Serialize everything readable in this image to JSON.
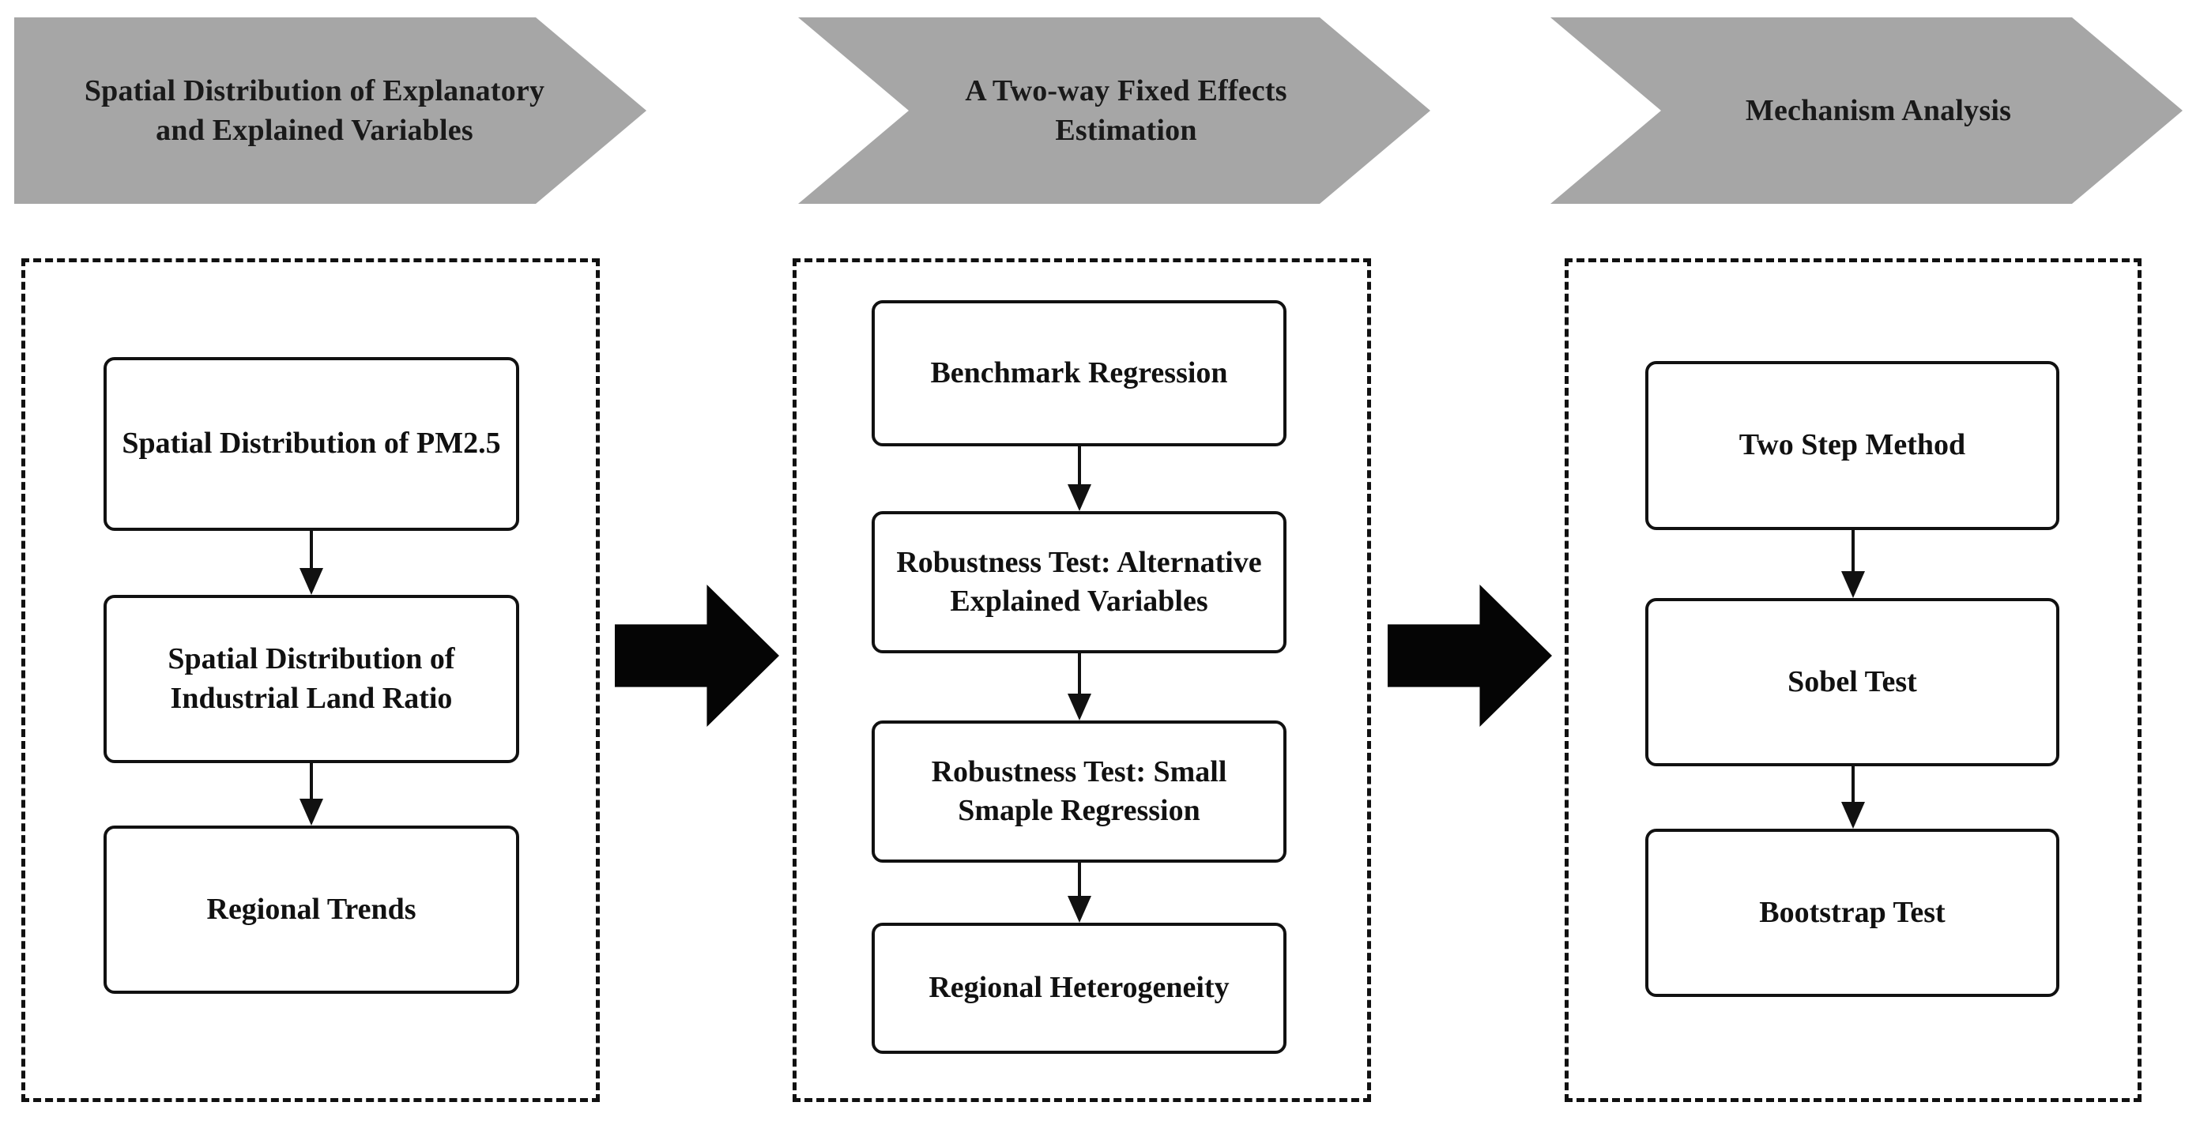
{
  "figure": {
    "type": "flowchart",
    "orientation": "left-to-right, three stages",
    "background_color": "#ffffff",
    "banner_color": "#a6a6a6",
    "line_color": "#111111"
  },
  "stages": [
    {
      "id": "stage-1",
      "banner_label": "Spatial Distribution of Explanatory and Explained Variables",
      "steps": [
        {
          "id": "c1-1",
          "label": "Spatial Distribution of PM2.5"
        },
        {
          "id": "c1-2",
          "label": "Spatial Distribution of Industrial Land Ratio"
        },
        {
          "id": "c1-3",
          "label": "Regional Trends"
        }
      ]
    },
    {
      "id": "stage-2",
      "banner_label": "A Two-way Fixed Effects Estimation",
      "steps": [
        {
          "id": "c2-1",
          "label": "Benchmark Regression"
        },
        {
          "id": "c2-2",
          "label": "Robustness Test: Alternative Explained Variables"
        },
        {
          "id": "c2-3",
          "label": "Robustness Test: Small Smaple Regression"
        },
        {
          "id": "c2-4",
          "label": "Regional Heterogeneity"
        }
      ]
    },
    {
      "id": "stage-3",
      "banner_label": "Mechanism Analysis",
      "steps": [
        {
          "id": "c3-1",
          "label": "Two Step Method"
        },
        {
          "id": "c3-2",
          "label": "Sobel Test"
        },
        {
          "id": "c3-3",
          "label": "Bootstrap Test"
        }
      ]
    }
  ],
  "connectors": {
    "stage_to_stage": [
      {
        "id": "block-arrow-1",
        "from": "stage-1",
        "to": "stage-2",
        "icon": "right-block-arrow-icon"
      },
      {
        "id": "block-arrow-2",
        "from": "stage-2",
        "to": "stage-3",
        "icon": "right-block-arrow-icon"
      }
    ],
    "within_stage": [
      {
        "id": "varrow-c1-1",
        "from": "c1-1",
        "to": "c1-2",
        "icon": "down-arrow-icon"
      },
      {
        "id": "varrow-c1-2",
        "from": "c1-2",
        "to": "c1-3",
        "icon": "down-arrow-icon"
      },
      {
        "id": "varrow-c2-1",
        "from": "c2-1",
        "to": "c2-2",
        "icon": "down-arrow-icon"
      },
      {
        "id": "varrow-c2-2",
        "from": "c2-2",
        "to": "c2-3",
        "icon": "down-arrow-icon"
      },
      {
        "id": "varrow-c2-3",
        "from": "c2-3",
        "to": "c2-4",
        "icon": "down-arrow-icon"
      },
      {
        "id": "varrow-c3-1",
        "from": "c3-1",
        "to": "c3-2",
        "icon": "down-arrow-icon"
      },
      {
        "id": "varrow-c3-2",
        "from": "c3-2",
        "to": "c3-3",
        "icon": "down-arrow-icon"
      }
    ]
  }
}
